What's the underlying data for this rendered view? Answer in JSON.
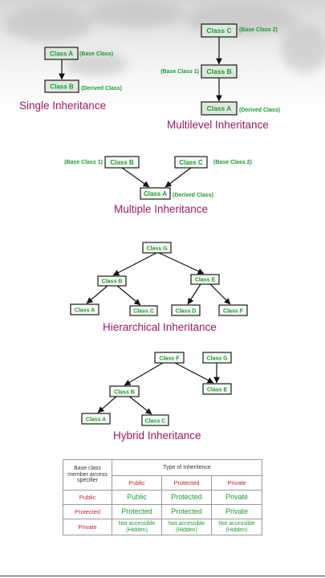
{
  "diagrams": {
    "single": {
      "title": "Single Inheritance",
      "class_a": "Class A",
      "class_a_note": "(Base Class)",
      "class_b": "Class B",
      "class_b_note": "(Derived Class)"
    },
    "multilevel": {
      "title": "Multilevel Inheritance",
      "class_c": "Class C",
      "class_c_note": "(Base Class 2)",
      "class_b": "Class B",
      "class_b_note": "(Base Class 1)",
      "class_a": "Class A",
      "class_a_note": "(Derived Class)"
    },
    "multiple": {
      "title": "Multiple Inheritance",
      "class_b": "Class B",
      "class_b_note": "(Base Class 1)",
      "class_c": "Class C",
      "class_c_note": "(Base Class 2)",
      "class_a": "Class A",
      "class_a_note": "(Derived Class)"
    },
    "hierarchical": {
      "title": "Hierarchical Inheritance",
      "class_g": "Class G",
      "class_b": "Class B",
      "class_e": "Class E",
      "class_a": "Class A",
      "class_c": "Class C",
      "class_d": "Class D",
      "class_f": "Class F"
    },
    "hybrid": {
      "title": "Hybrid Inheritance",
      "class_f": "Class F",
      "class_g": "Class G",
      "class_b": "Class B",
      "class_e": "Class E",
      "class_a": "Class A",
      "class_c": "Class C"
    }
  },
  "access_table": {
    "corner": "Base class member access specifier",
    "group_header": "Type of Inheritence",
    "columns": [
      "Public",
      "Protected",
      "Private"
    ],
    "rows": [
      {
        "label": "Public",
        "cells": [
          "Public",
          "Protected",
          "Private"
        ]
      },
      {
        "label": "Protected",
        "cells": [
          "Protected",
          "Protected",
          "Private"
        ]
      },
      {
        "label": "Private",
        "cells": [
          "Not accessible (Hidden)",
          "Not accessible (Hidden)",
          "Not accessible (Hidden)"
        ]
      }
    ]
  },
  "colors": {
    "class_text": "#1e9a32",
    "title_text": "#9a1b63",
    "table_header_text": "#c0242e"
  }
}
